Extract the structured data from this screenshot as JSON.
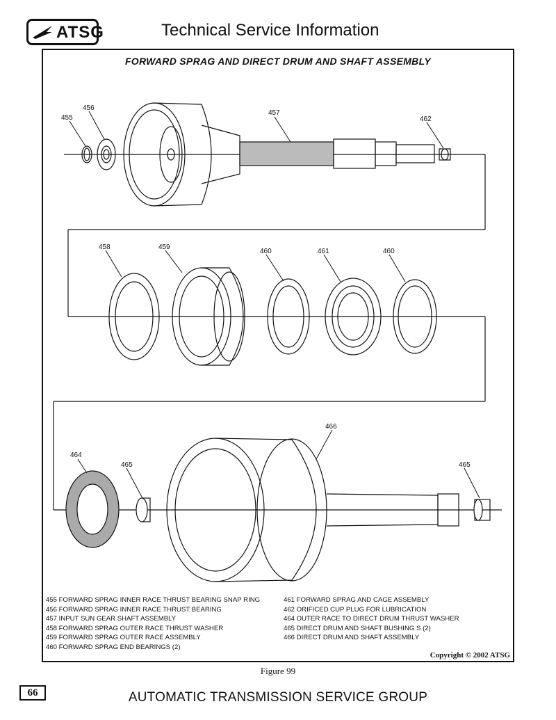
{
  "header": {
    "logo_text": "ATSG",
    "title": "Technical Service Information"
  },
  "diagram": {
    "title": "FORWARD SPRAG AND DIRECT DRUM AND SHAFT ASSEMBLY",
    "callouts": [
      "455",
      "456",
      "457",
      "462",
      "458",
      "459",
      "460",
      "461",
      "460",
      "466",
      "464",
      "465",
      "465"
    ]
  },
  "legend": {
    "left": [
      "455 FORWARD SPRAG INNER RACE THRUST BEARING SNAP RING",
      "456 FORWARD SPRAG INNER RACE THRUST BEARING",
      "457 INPUT SUN GEAR SHAFT ASSEMBLY",
      "458 FORWARD SPRAG OUTER RACE THRUST WASHER",
      "459 FORWARD SPRAG OUTER RACE ASSEMBLY",
      "460 FORWARD SPRAG END BEARINGS  (2)"
    ],
    "right": [
      "461 FORWARD SPRAG AND CAGE ASSEMBLY",
      "462 ORIFICED CUP PLUG FOR LUBRICATION",
      "464 OUTER RACE TO DIRECT DRUM THRUST WASHER",
      "465 DIRECT DRUM AND SHAFT BUSHING S  (2)",
      "466 DIRECT DRUM AND SHAFT ASSEMBLY"
    ]
  },
  "copyright": "Copyright © 2002 ATSG",
  "figure_label": "Figure 99",
  "page_number": "66",
  "footer": "AUTOMATIC TRANSMISSION SERVICE GROUP"
}
